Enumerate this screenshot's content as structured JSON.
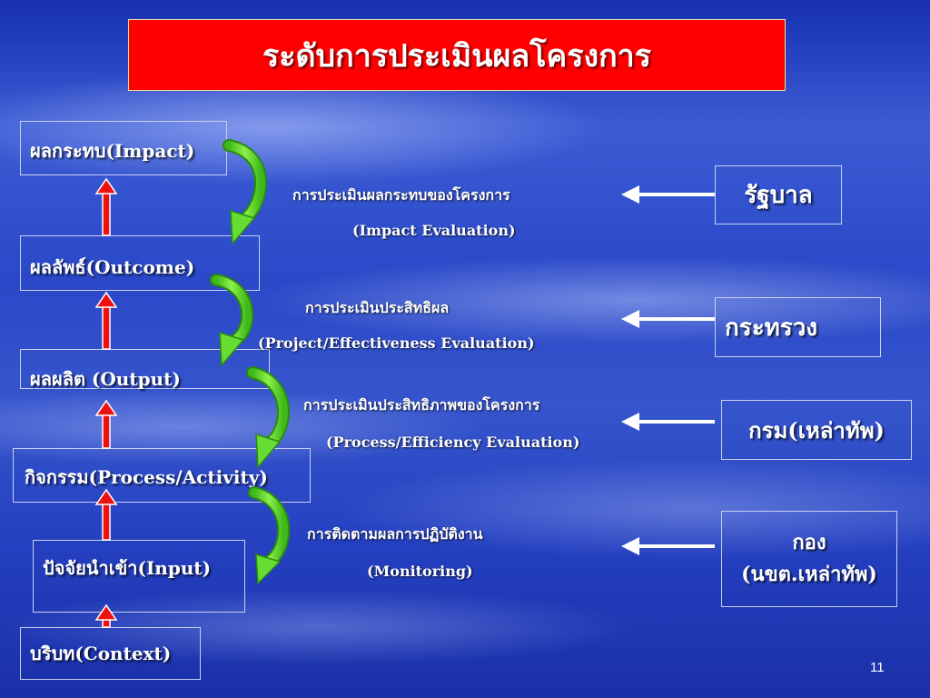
{
  "slide": {
    "title": "ระดับการประเมินผลโครงการ",
    "page_number": "11"
  },
  "levels": [
    {
      "label": "ผลกระทบ(Impact)"
    },
    {
      "label": "ผลลัพธ์(Outcome)"
    },
    {
      "label": "ผลผลิต (Output)"
    },
    {
      "label": "กิจกรรม(Process/Activity)"
    },
    {
      "label": "ปัจจัยนำเข้า(Input)"
    },
    {
      "label": "บริบท(Context)"
    }
  ],
  "evaluations": [
    {
      "thai": "การประเมินผลกระทบของโครงการ",
      "english": "(Impact Evaluation)"
    },
    {
      "thai": "การประเมินประสิทธิผล",
      "english": "(Project/Effectiveness Evaluation)"
    },
    {
      "thai": "การประเมินประสิทธิภาพของโครงการ",
      "english": "(Process/Efficiency Evaluation)"
    },
    {
      "thai": "การติดตามผลการปฏิบัติงาน",
      "english": "(Monitoring)"
    }
  ],
  "organizations": [
    {
      "line1": "รัฐบาล"
    },
    {
      "line1": "กระทรวง"
    },
    {
      "line1": "กรม(เหล่าทัพ)"
    },
    {
      "line1": "กอง",
      "line2": "(นขต.เหล่าทัพ)"
    }
  ],
  "colors": {
    "title_bg": "#ff0000",
    "up_arrow": "#ee1111",
    "curved_arrow": "#66dd33",
    "pointer_arrow": "#ffffff"
  }
}
